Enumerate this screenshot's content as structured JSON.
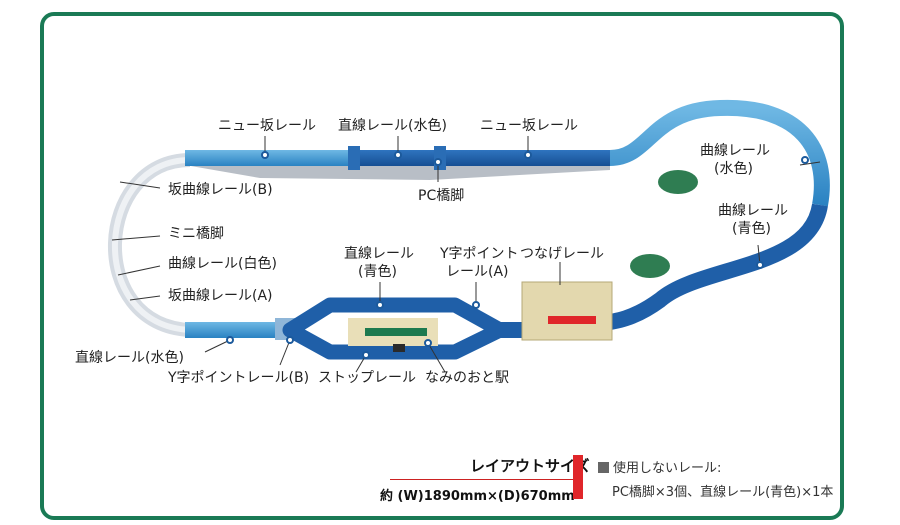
{
  "labels": {
    "new_slope_left": "ニュー坂レール",
    "straight_light_top": "直線レール(水色)",
    "new_slope_right": "ニュー坂レール",
    "pc_pier": "PC橋脚",
    "curve_light": "曲線レール\n(水色)",
    "curve_blue": "曲線レール\n(青色)",
    "slope_curve_b": "坂曲線レール(B)",
    "mini_pier": "ミニ橋脚",
    "curve_white": "曲線レール(白色)",
    "slope_curve_a": "坂曲線レール(A)",
    "straight_blue": "直線レール\n(青色)",
    "y_point_a": "Y字ポイント\nレール(A)",
    "connect_rail": "つなげレール",
    "straight_light_bottom": "直線レール(水色)",
    "y_point_b": "Y字ポイントレール(B)",
    "stop_rail": "ストップレール",
    "station": "なみのおと駅"
  },
  "footer": {
    "title": "レイアウトサイズ",
    "size": "約 (W)1890mm×(D)670mm",
    "note_line1": "使用しないレール:",
    "note_line2": "PC橋脚×3個、直線レール(青色)×1本"
  },
  "colors": {
    "frame": "#1a7a55",
    "rail_blue": "#1f5fa8",
    "rail_light": "#3f97d0",
    "rail_white": "#d8dde3",
    "accent_red": "#e0262a"
  }
}
